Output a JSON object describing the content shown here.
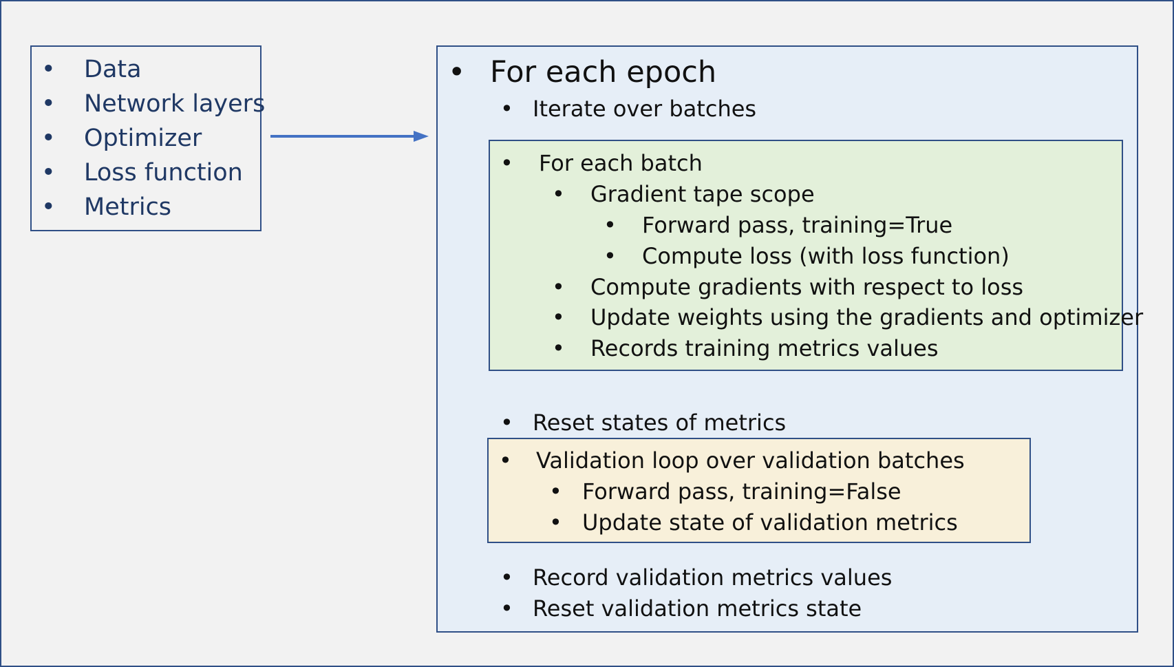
{
  "setup_items": [
    "Data",
    "Network layers",
    "Optimizer",
    "Loss function",
    "Metrics"
  ],
  "epoch": {
    "title": "For each epoch",
    "iterate": "Iterate over batches",
    "batch": {
      "title": "For each batch",
      "gradient_tape": "Gradient tape scope",
      "forward_pass": "Forward pass, training=True",
      "compute_loss": "Compute loss (with loss function)",
      "compute_gradients": "Compute gradients with respect to loss",
      "update_weights": "Update weights using the gradients and optimizer",
      "record_metrics": "Records training metrics values"
    },
    "reset_states": "Reset states of metrics",
    "validation": {
      "title": "Validation loop over validation batches",
      "forward_pass": "Forward pass, training=False",
      "update_state": "Update state of validation metrics"
    },
    "record_validation": "Record validation metrics values",
    "reset_validation": "Reset validation metrics state"
  },
  "colors": {
    "border": "#2f4f86",
    "arrow": "#4472c4",
    "epoch_fill": "#e6eef7",
    "batch_fill": "#e3f0da",
    "validation_fill": "#f8f0da",
    "setup_text": "#1f3864"
  }
}
